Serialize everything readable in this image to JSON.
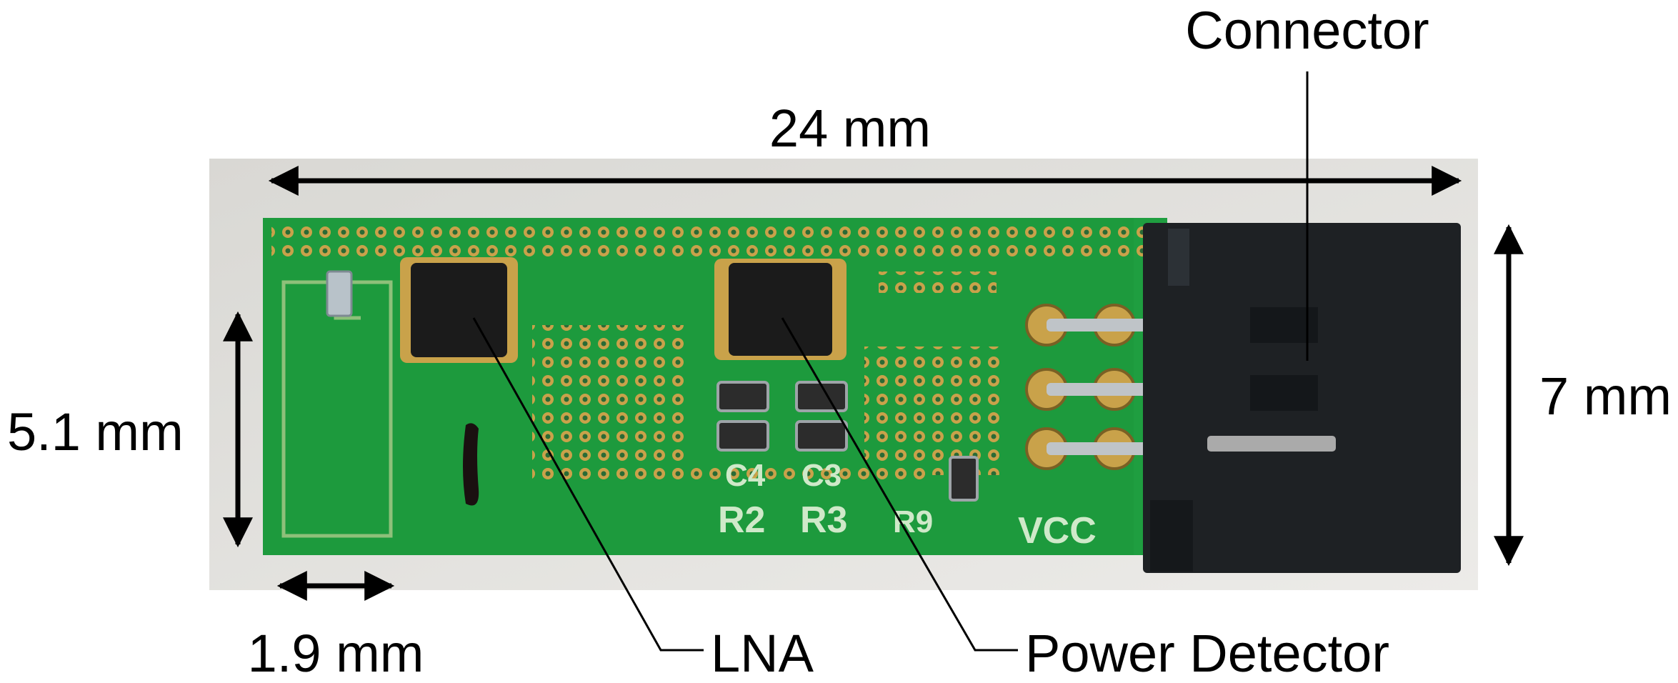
{
  "labels": {
    "connector": "Connector",
    "width_dim": "24 mm",
    "height_dim": "7 mm",
    "antenna_height": "5.1 mm",
    "antenna_width": "1.9 mm",
    "lna": "LNA",
    "power_detector": "Power Detector"
  },
  "silkscreen": {
    "c4": "C4",
    "c3": "C3",
    "r2": "R2",
    "r3": "R3",
    "r9": "R9",
    "vcc": "VCC"
  },
  "colors": {
    "background_photo": "#e9e8e5",
    "pcb_green": "#1d9a3d",
    "pcb_dark": "#137a2d",
    "pad_gold": "#c9a24a",
    "chip_black": "#1b1b1b",
    "connector_black": "#1e2124",
    "annotation": "#000000"
  }
}
